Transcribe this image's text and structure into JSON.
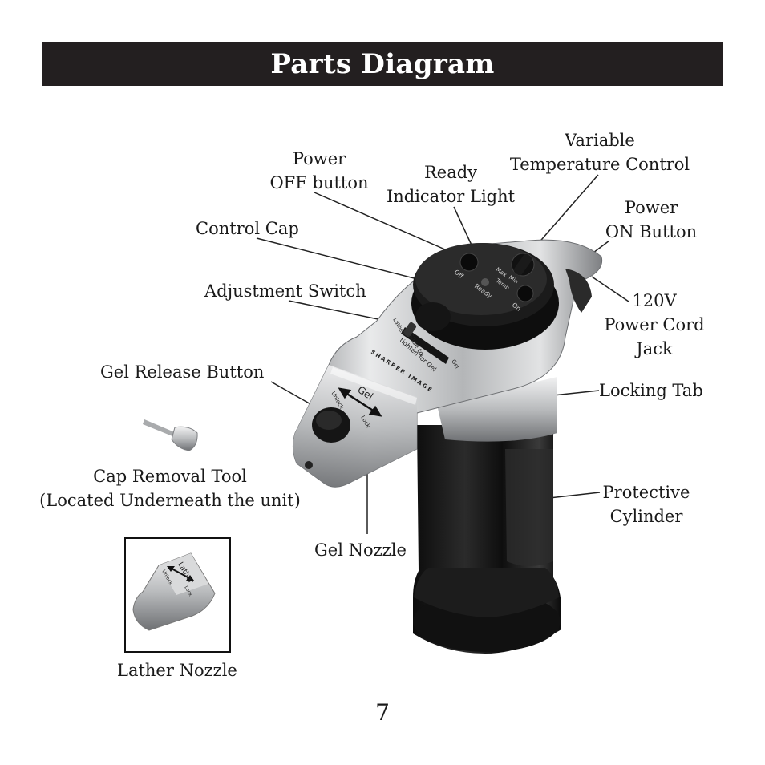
{
  "header": {
    "title": "Parts Diagram"
  },
  "labels": {
    "power_off": "Power\nOFF button",
    "ready_light": "Ready\nIndicator Light",
    "variable_temp": "Variable\nTemperature Control",
    "power_on": "Power\nON Button",
    "control_cap": "Control Cap",
    "cord_jack": "120V\nPower Cord\nJack",
    "adjustment_switch": "Adjustment Switch",
    "gel_release": "Gel Release Button",
    "locking_tab": "Locking Tab",
    "cap_tool": "Cap Removal Tool\n(Located Underneath the unit)",
    "protective_cylinder": "Protective\nCylinder",
    "gel_nozzle": "Gel Nozzle",
    "lather_nozzle": "Lather Nozzle"
  },
  "device_print": {
    "off": "Off",
    "ready": "Ready",
    "on": "On",
    "temp": "Temp",
    "max": "Max",
    "min": "Min",
    "lather": "Lather",
    "gel": "Gel",
    "slide": "Slide to",
    "tighten": "tighten for Gel",
    "brand": "SHARPER IMAGE",
    "gel_big": "Gel",
    "unlock": "Unlock",
    "lock": "Lock",
    "ln_lather": "Lather",
    "ln_unlock": "Unlock",
    "ln_lock": "Lock"
  },
  "page_number": "7"
}
